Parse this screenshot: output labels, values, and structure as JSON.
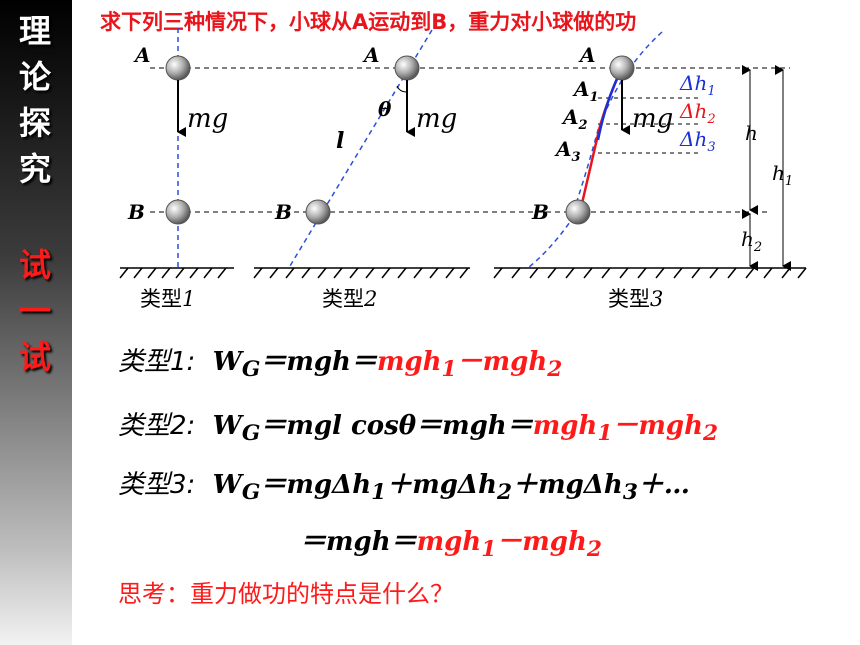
{
  "sidebar": {
    "chars_white": [
      "理",
      "论",
      "探",
      "究"
    ],
    "chars_red": [
      "试",
      "一",
      "试"
    ]
  },
  "title": "求下列三种情况下，小球从A运动到B，重力对小球做的功",
  "diagram": {
    "labels": {
      "A": "A",
      "B": "B",
      "mg": "mg",
      "l": "l",
      "theta": "θ",
      "A1": "A1",
      "A2": "A2",
      "A3": "A3",
      "dh1": "Δh1",
      "dh2": "Δh2",
      "dh3": "Δh3",
      "h": "h",
      "h1": "h1",
      "h2": "h2"
    },
    "type_labels": [
      "类型1",
      "类型2",
      "类型3"
    ],
    "colors": {
      "dashed_path": "#2c4fd6",
      "arc": "#e8161c",
      "blue_text": "#1a2fd6",
      "red_text": "#e8161c"
    }
  },
  "equations": [
    {
      "prefix": "类型1:",
      "main": "WG＝mgh＝",
      "red": "mgh1－mgh2"
    },
    {
      "prefix": "类型2:",
      "main": "WG＝mgl cosθ＝mgh＝",
      "red": "mgh1－mgh2"
    },
    {
      "prefix": "类型3:",
      "main": "WG＝mgΔh1＋mgΔh2＋mgΔh3＋…",
      "red": ""
    },
    {
      "prefix": "",
      "main": "＝mgh＝",
      "red": "mgh1－mgh2"
    }
  ],
  "question": "思考：重力做功的特点是什么？"
}
